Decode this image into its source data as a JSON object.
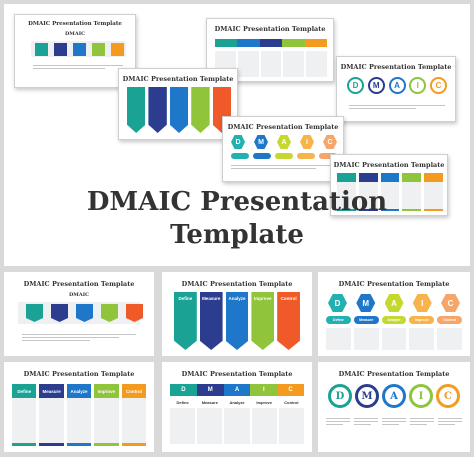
{
  "hero": {
    "title_line1": "DMAIC Presentation",
    "title_line2": "Template"
  },
  "slide_title": "DMAIC Presentation Template",
  "subtitle": "DMAIC",
  "letters": [
    "D",
    "M",
    "A",
    "I",
    "C"
  ],
  "steps": [
    "Define",
    "Measure",
    "Analyze",
    "Improve",
    "Control"
  ],
  "colors": {
    "teal": "#1aa394",
    "blue": "#1f77c9",
    "navy": "#2c3d8f",
    "green": "#8fc43b",
    "orange": "#f39a1f",
    "red": "#f05a28",
    "yellowgreen": "#c4d830",
    "cyan": "#22b0b0",
    "peach": "#f7a66b",
    "amber": "#f6b44b",
    "skyblue": "#3fa9d9"
  }
}
